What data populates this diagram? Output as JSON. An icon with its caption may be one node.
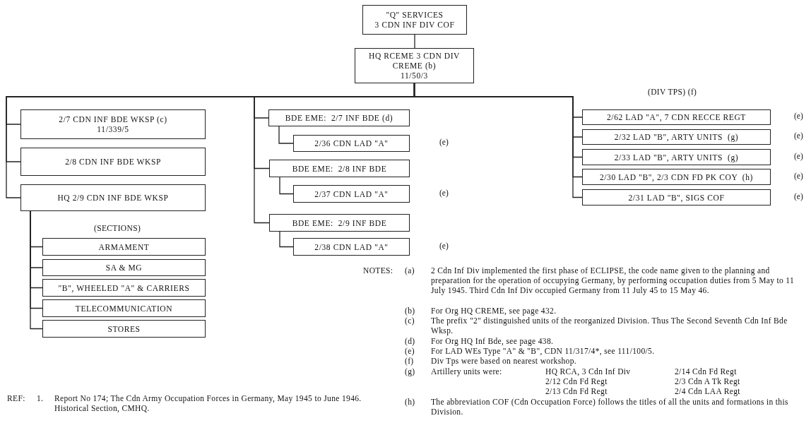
{
  "diagram": {
    "nodes": [
      {
        "text": [
          "\"Q\" SERVICES",
          "3 CDN INF DIV COF"
        ]
      },
      {
        "text": [
          "HQ RCEME 3 CDN DIV CREME (b)",
          "11/50/3"
        ]
      },
      {
        "text": [
          "2/7 CDN INF BDE WKSP (c)",
          "11/339/5"
        ]
      },
      {
        "text": [
          "2/8 CDN INF BDE WKSP"
        ]
      },
      {
        "text": [
          "HQ 2/9 CDN INF BDE WKSP"
        ]
      },
      {
        "text": [
          "ARMAMENT"
        ]
      },
      {
        "text": [
          "SA & MG"
        ]
      },
      {
        "text": [
          "\"B\", WHEELED \"A\" & CARRIERS"
        ]
      },
      {
        "text": [
          "TELECOMMUNICATION"
        ]
      },
      {
        "text": [
          "STORES"
        ]
      },
      {
        "text": [
          "BDE EME:  2/7 INF BDE (d)"
        ]
      },
      {
        "text": [
          "2/36 CDN LAD \"A\""
        ],
        "beside": [
          "(e)"
        ]
      },
      {
        "text": [
          "BDE EME:  2/8 INF BDE"
        ]
      },
      {
        "text": [
          "2/37 CDN LAD \"A\""
        ],
        "beside": [
          "(e)"
        ]
      },
      {
        "text": [
          "BDE EME:  2/9 INF BDE"
        ]
      },
      {
        "text": [
          "2/38 CDN LAD \"A\""
        ],
        "beside": [
          "(e)"
        ]
      },
      {
        "text": [
          "2/62 LAD \"A\", 7 CDN RECCE REGT"
        ],
        "beside": [
          "(e)"
        ]
      },
      {
        "text": [
          "2/32 LAD \"B\", ARTY UNITS  (g)"
        ],
        "beside": [
          "(e)"
        ]
      },
      {
        "text": [
          "2/33 LAD \"B\", ARTY UNITS  (g)"
        ],
        "beside": [
          "(e)"
        ]
      },
      {
        "text": [
          "2/30 LAD \"B\", 2/3 CDN FD PK COY  (h)"
        ],
        "beside": [
          "(e)"
        ]
      },
      {
        "text": [
          "2/31 LAD \"B\", SIGS COF"
        ],
        "beside": [
          "(e)"
        ]
      }
    ],
    "edges": [
      {
        "from": 0,
        "to": 1,
        "arrow": "none"
      },
      {
        "from": 1,
        "to": 2,
        "arrow": "none"
      },
      {
        "from": 1,
        "to": 3,
        "arrow": "none"
      },
      {
        "from": 1,
        "to": 4,
        "arrow": "none"
      },
      {
        "from": 4,
        "to": 5,
        "arrow": "none"
      },
      {
        "from": 4,
        "to": 6,
        "arrow": "none"
      },
      {
        "from": 4,
        "to": 7,
        "arrow": "none"
      },
      {
        "from": 4,
        "to": 8,
        "arrow": "none"
      },
      {
        "from": 4,
        "to": 9,
        "arrow": "none"
      },
      {
        "from": 1,
        "to": 10,
        "arrow": "none"
      },
      {
        "from": 10,
        "to": 11,
        "arrow": "none"
      },
      {
        "from": 1,
        "to": 12,
        "arrow": "none"
      },
      {
        "from": 12,
        "to": 13,
        "arrow": "none"
      },
      {
        "from": 1,
        "to": 14,
        "arrow": "none"
      },
      {
        "from": 14,
        "to": 15,
        "arrow": "none"
      },
      {
        "from": 1,
        "to": 16,
        "arrow": "none"
      },
      {
        "from": 1,
        "to": 17,
        "arrow": "none"
      },
      {
        "from": 1,
        "to": 18,
        "arrow": "none"
      },
      {
        "from": 1,
        "to": 19,
        "arrow": "none"
      },
      {
        "from": 1,
        "to": 20,
        "arrow": "none"
      }
    ],
    "labels": [
      "(SECTIONS)",
      "(DIV TPS) (f)",
      "NOTES:",
      "(a)",
      "2 Cdn Inf Div implemented the first phase of ECLIPSE, the code name given to the planning and preparation for the operation of occupying Germany, by performing occupation duties from 5 May to 11 July 1945.  Third Cdn Inf Div occupied Germany from 11 July 45 to 15 May 46.",
      "(b)",
      "For Org HQ CREME, see page 432.",
      "(c)",
      "The prefix \"2\" distinguished units of the reorganized Division.  Thus The Second Seventh Cdn Inf Bde Wksp.",
      "(d)",
      "For Org HQ Inf Bde, see page 438.",
      "(e)",
      "For LAD WEs Type \"A\" & \"B\", CDN 11/317/4*, see 111/100/5.",
      "(f)",
      "Div Tps were based on nearest workshop.",
      "(g)",
      "Artillery units were:",
      "HQ RCA, 3 Cdn Inf Div",
      "2/14 Cdn Fd Regt",
      "2/12 Cdn Fd Regt",
      "2/3  Cdn A Tk Regt",
      "2/13 Cdn Fd Regt",
      "2/4  Cdn LAA Regt",
      "(h)",
      "The abbreviation COF (Cdn Occupation Force) follows the titles of all the units and formations in this Division.",
      "REF:",
      "1.",
      "Report No 174;  The Cdn Army Occupation Forces in Germany, May 1945 to June 1946.  Historical Section, CMHQ."
    ]
  }
}
